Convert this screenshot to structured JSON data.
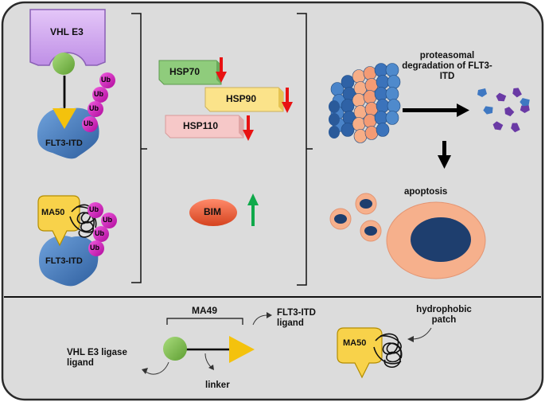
{
  "top_left": {
    "vhl_e3": "VHL E3",
    "ub": "Ub",
    "flt3_itd": "FLT3-ITD",
    "ma50": "MA50"
  },
  "chaperones": {
    "hsp70": "HSP70",
    "hsp90": "HSP90",
    "hsp110": "HSP110",
    "bim": "BIM"
  },
  "degradation": {
    "label": "proteasomal degradation of FLT3-ITD",
    "apoptosis": "apoptosis"
  },
  "legend": {
    "ma49": "MA49",
    "flt3_ligand": "FLT3-ITD ligand",
    "vhl_ligand": "VHL E3 ligase ligand",
    "linker": "linker",
    "ma50": "MA50",
    "hydrophobic_patch": "hydrophobic patch"
  },
  "colors": {
    "background": "#dcdcdc",
    "ubiquitin": "#e012c8",
    "flt3": "#3f78c2",
    "vhl": "#d3a8ee",
    "ligand_green": "#76b843",
    "ligand_yellow": "#f4c20d",
    "ma50": "#f8d24a",
    "down_arrow": "#e81212",
    "up_arrow": "#0fa94a",
    "hsp70": "#8fcc7c",
    "hsp90": "#fbe38a",
    "hsp110": "#f6c8c8",
    "bim": "#ef5a3a",
    "cell": "#f6b08c",
    "nucleus": "#1e3e6e",
    "fragments": "#6a3aa5"
  }
}
